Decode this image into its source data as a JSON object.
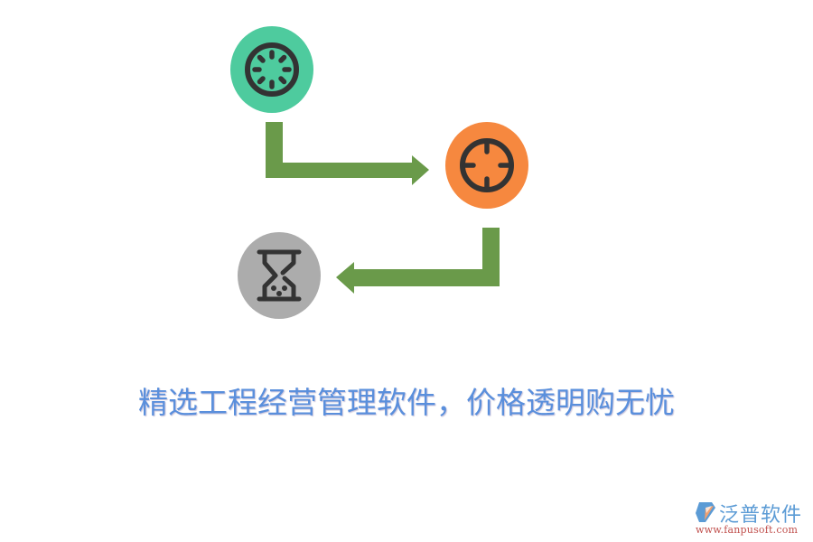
{
  "diagram": {
    "nodes": [
      {
        "id": "node-1",
        "icon": "loading-spinner-icon",
        "color": "#4ecb9e"
      },
      {
        "id": "node-2",
        "icon": "crosshair-target-icon",
        "color": "#f6883f"
      },
      {
        "id": "node-3",
        "icon": "hourglass-icon",
        "color": "#acacac"
      }
    ],
    "arrows": [
      {
        "from": "node-1",
        "to": "node-2",
        "shape": "elbow-down-right",
        "color": "#6a9a4a"
      },
      {
        "from": "node-2",
        "to": "node-3",
        "shape": "elbow-down-left",
        "color": "#6a9a4a"
      }
    ],
    "icon_stroke_color": "#333333"
  },
  "caption": {
    "text": "精选工程经营管理软件，价格透明购无忧",
    "color": "#5a8fdc"
  },
  "watermark": {
    "brand_name": "泛普软件",
    "url": "www.fanpusoft.com",
    "brand_color": "#5b9bd5",
    "url_color": "#c0504d"
  }
}
